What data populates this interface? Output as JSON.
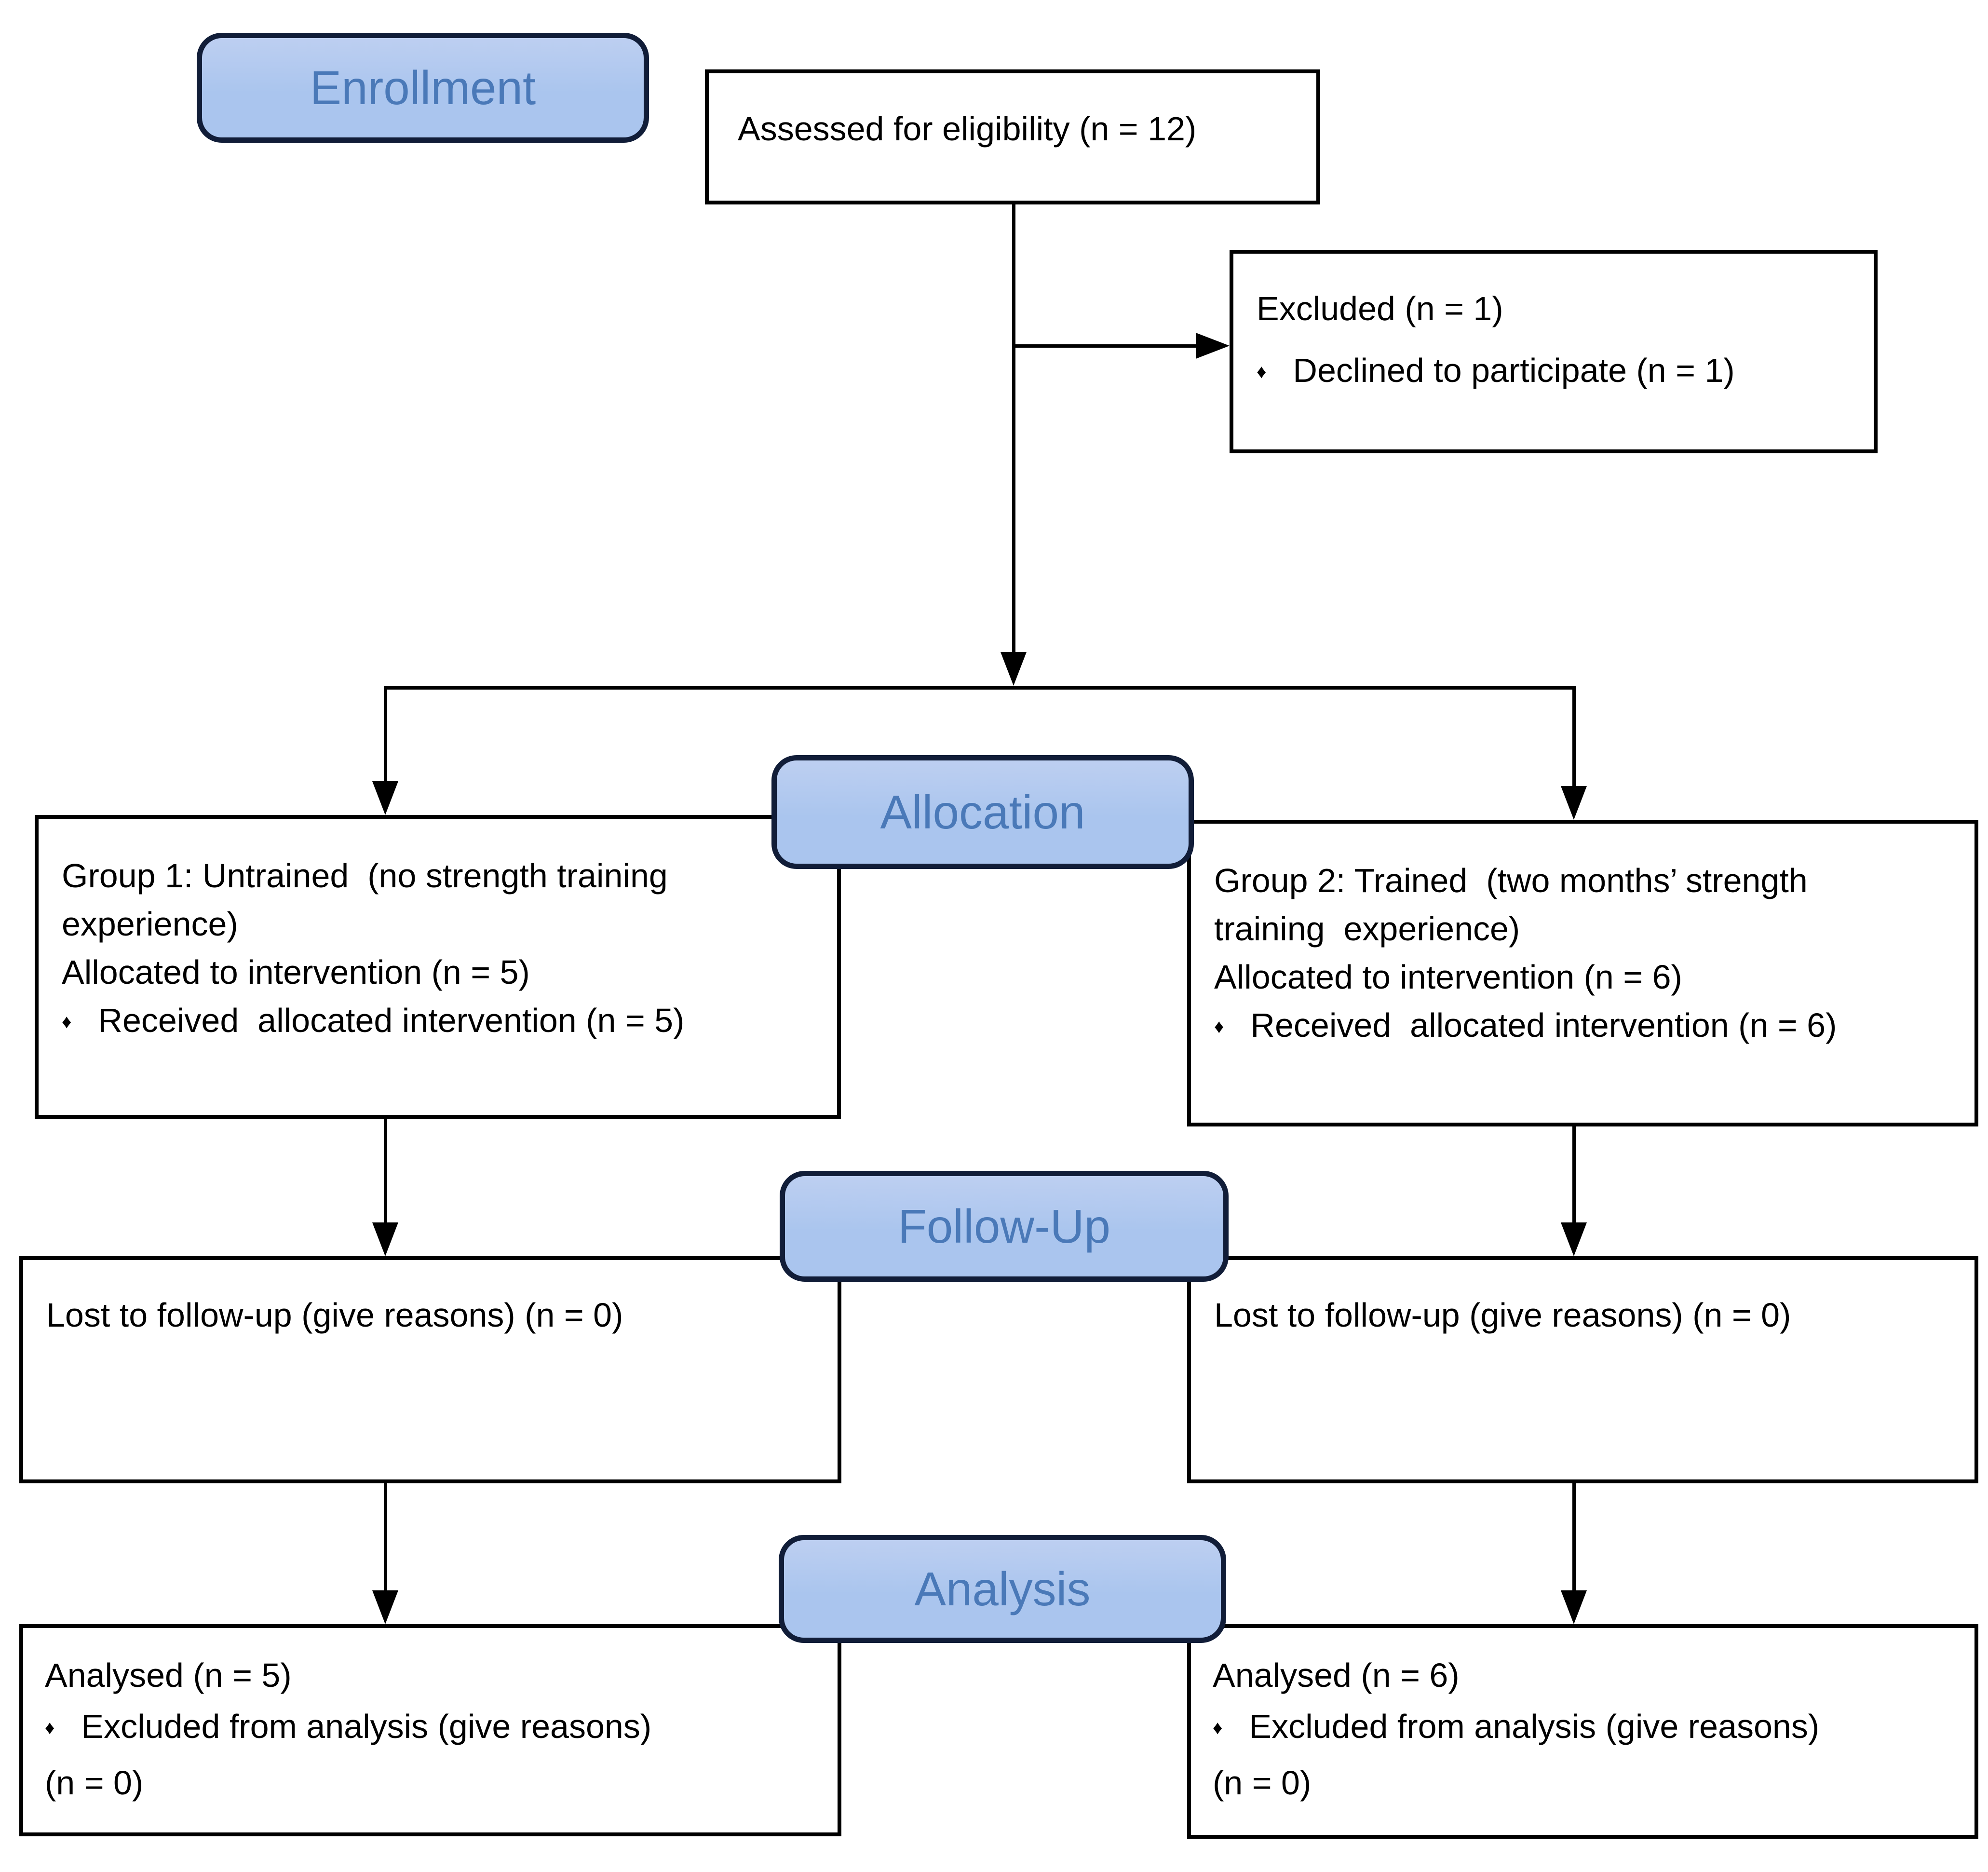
{
  "stage_labels": {
    "enrollment": "Enrollment",
    "allocation": "Allocation",
    "followup": "Follow-Up",
    "analysis": "Analysis"
  },
  "bullet_char": "♦",
  "boxes": {
    "assessed": {
      "line1": "Assessed for eligibility (n = 12)"
    },
    "excluded": {
      "line1": "Excluded (n = 1)",
      "bullet1": "Declined to participate (n = 1)"
    },
    "group1": {
      "line1": "Group 1: Untrained  (no strength training",
      "line2": "experience)",
      "line3": "Allocated to intervention (n = 5)",
      "bullet1": "Received  allocated intervention (n = 5)"
    },
    "group2": {
      "line1": "Group 2: Trained  (two months’ strength",
      "line2": "training  experience)",
      "line3": "Allocated to intervention (n = 6)",
      "bullet1": "Received  allocated intervention (n = 6)"
    },
    "followup_left": {
      "line1": "Lost to follow-up (give reasons) (n = 0)"
    },
    "followup_right": {
      "line1": "Lost to follow-up (give reasons) (n = 0)"
    },
    "analysis_left": {
      "line1": "Analysed (n = 5)",
      "bullet1": "Excluded from analysis (give reasons)",
      "line2": "(n = 0)"
    },
    "analysis_right": {
      "line1": "Analysed (n = 6)",
      "bullet1": "Excluded from analysis (give reasons)",
      "line2": "(n = 0)"
    }
  },
  "colors": {
    "label_fill": "#aac5ee",
    "label_fill_top": "#bdcff1",
    "label_border": "#111d38",
    "label_text": "#4a79b8",
    "box_border": "#000000",
    "text_color": "#000000",
    "connector_color": "#000000"
  }
}
